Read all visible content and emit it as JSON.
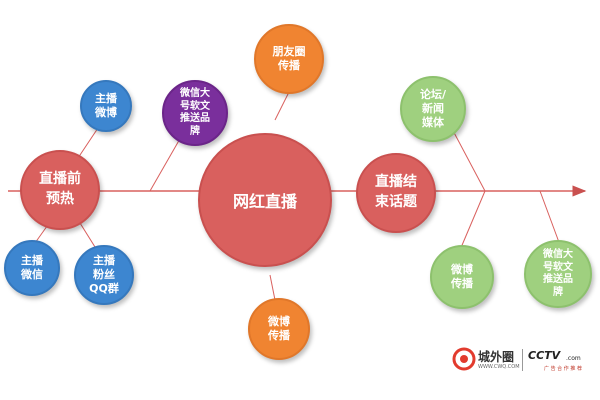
{
  "nodes": {
    "center": "网红直播",
    "pre_live": "直播前\n预热",
    "post_live": "直播结\n束话题",
    "weibo_main": "主播\n微博",
    "wechat_main": "主播\n微信",
    "fan_qq": "主播\n粉丝\nQQ群",
    "wechat_brand_top": "微信大\n号软文\n推送品\n牌",
    "moments": "朋友圈\n传播",
    "weibo_bottom": "微博\n传播",
    "forum": "论坛/\n新闻\n媒体",
    "weibo_right": "微博\n传播",
    "wechat_brand_right": "微信大\n号软文\n推送品\n牌"
  },
  "logos": {
    "chengwaiquan": "城外圈",
    "chengwaiquan_url": "WWW.CWQ.COM",
    "cctv": "CCTV",
    "cctv_com": ".com",
    "cctv_sub": "广 告 合 作 推 荐"
  }
}
